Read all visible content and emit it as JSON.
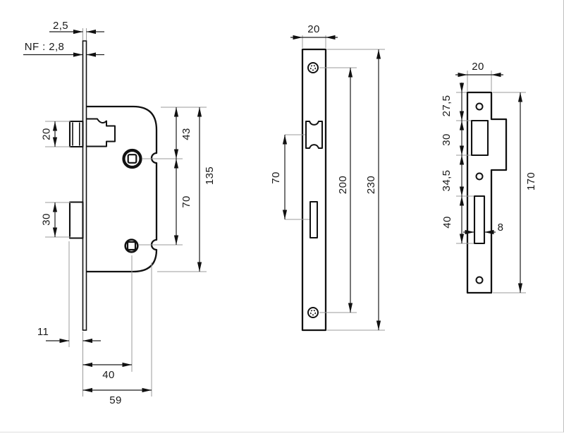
{
  "drawing": {
    "type": "mortise-lock-technical-drawing",
    "colors": {
      "line": "#1a1a1a",
      "dim": "#1c1c1c",
      "extension": "#9b9b9b",
      "background": "#ffffff"
    },
    "views": {
      "side": {
        "label": "lock case side view",
        "dims": {
          "faceplate_thickness": "2,5",
          "nf_standard": "NF : 2,8",
          "latch_height": "20",
          "bolt_height": "30",
          "top_to_follower": "43",
          "follower_to_key": "70",
          "case_height": "135",
          "bolt_throw": "11",
          "backset": "40",
          "case_depth": "59"
        }
      },
      "faceplate": {
        "label": "faceplate front view",
        "dims": {
          "width": "20",
          "latch_to_bolt": "70",
          "screw_spacing": "200",
          "height": "230"
        }
      },
      "strike": {
        "label": "strike plate view",
        "dims": {
          "width": "20",
          "top_to_latch": "27,5",
          "latch_opening_height": "30",
          "latch_to_bolt": "34,5",
          "bolt_opening_height": "40",
          "bolt_opening_width": "8",
          "height": "170"
        }
      }
    }
  }
}
